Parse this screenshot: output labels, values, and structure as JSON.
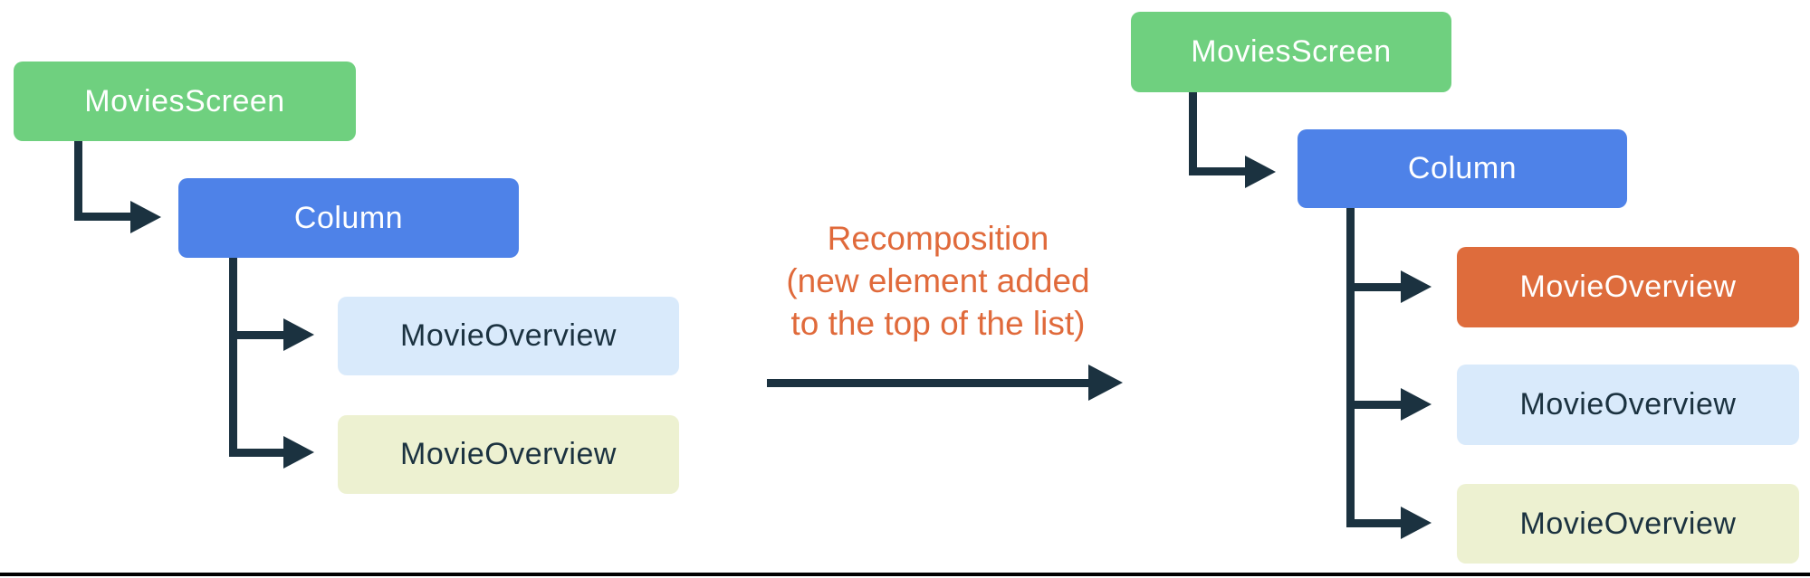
{
  "left_tree": {
    "root": {
      "label": "MoviesScreen",
      "variant": "green"
    },
    "column": {
      "label": "Column",
      "variant": "blue"
    },
    "children": [
      {
        "label": "MovieOverview",
        "variant": "light-blue"
      },
      {
        "label": "MovieOverview",
        "variant": "light-yellow"
      }
    ]
  },
  "caption": {
    "line1": "Recomposition",
    "line2": "(new element added",
    "line3": "to the top of the list)"
  },
  "right_tree": {
    "root": {
      "label": "MoviesScreen",
      "variant": "green"
    },
    "column": {
      "label": "Column",
      "variant": "blue"
    },
    "children": [
      {
        "label": "MovieOverview",
        "variant": "orange"
      },
      {
        "label": "MovieOverview",
        "variant": "light-blue"
      },
      {
        "label": "MovieOverview",
        "variant": "light-yellow"
      }
    ]
  },
  "colors": {
    "green": "#6FD07F",
    "blue": "#4E82E8",
    "light_blue": "#D9EAFB",
    "light_yellow": "#EDF1D1",
    "orange": "#DE6C3C",
    "connector_navy": "#1B3240",
    "caption_orange": "#E06A3B"
  }
}
